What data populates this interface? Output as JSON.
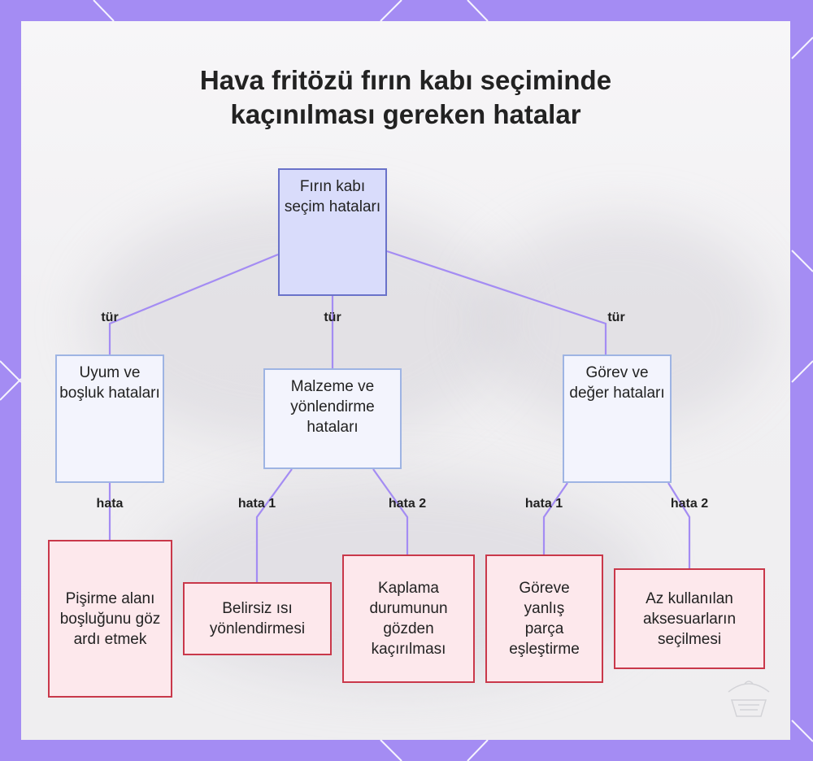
{
  "title": {
    "line1": "Hava fritözü fırın kabı seçiminde",
    "line2": "kaçınılması gereken hatalar"
  },
  "root": {
    "text": "Fırın kabı seçim hataları"
  },
  "categories": [
    {
      "text": "Uyum ve boşluk hataları",
      "edge_label": "tür"
    },
    {
      "text": "Malzeme ve yönlendirme hataları",
      "edge_label": "tür"
    },
    {
      "text": "Görev ve değer hataları",
      "edge_label": "tür"
    }
  ],
  "leaves": [
    {
      "text": "Pişirme alanı boşluğunu göz ardı etmek",
      "edge_label": "hata"
    },
    {
      "text": "Belirsiz ısı yönlendirmesi",
      "edge_label": "hata 1"
    },
    {
      "text": "Kaplama durumunun gözden kaçırılması",
      "edge_label": "hata 2"
    },
    {
      "text": "Göreve yanlış parça eşleştirme",
      "edge_label": "hata 1"
    },
    {
      "text": "Az kullanılan aksesuarların seçilmesi",
      "edge_label": "hata 2"
    }
  ],
  "colors": {
    "frame": "#a48cf3",
    "edge": "#a48cf3",
    "root_fill": "#d9dcfb",
    "root_border": "#6a72c9",
    "category_fill": "#f3f4fd",
    "category_border": "#9eb4e3",
    "leaf_fill": "#fde8ec",
    "leaf_border": "#c9384a"
  }
}
